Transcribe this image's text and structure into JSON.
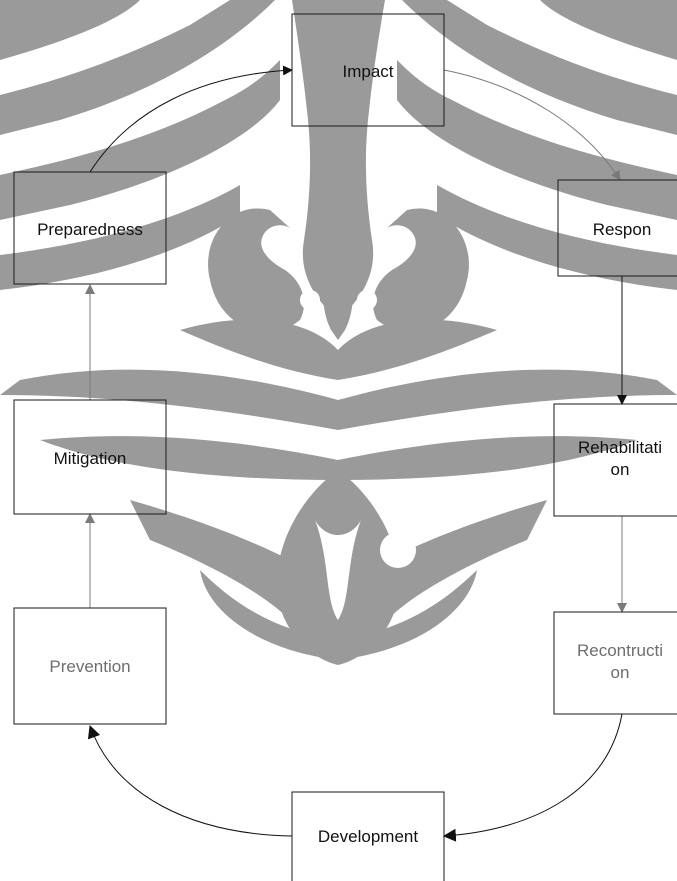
{
  "colors": {
    "background": "#ffffff",
    "watermark": "#9a9a9a",
    "box_border": "#1a1a1a",
    "dark_text": "#111111",
    "light_text": "#6e6e6e",
    "arrow_dark": "#111111",
    "arrow_light": "#7a7a7a"
  },
  "watermark": {
    "name": "tribal-mask-watermark"
  },
  "nodes": {
    "impact": {
      "label": "Impact"
    },
    "preparedness": {
      "label": "Preparedness"
    },
    "response": {
      "label": "Respon"
    },
    "mitigation": {
      "label": "Mitigation"
    },
    "rehabilitation": {
      "label_line1": "Rehabilitati",
      "label_line2": "on"
    },
    "prevention": {
      "label": "Prevention"
    },
    "reconstruction": {
      "label_line1": "Recontructi",
      "label_line2": "on"
    },
    "development": {
      "label": "Development"
    }
  }
}
